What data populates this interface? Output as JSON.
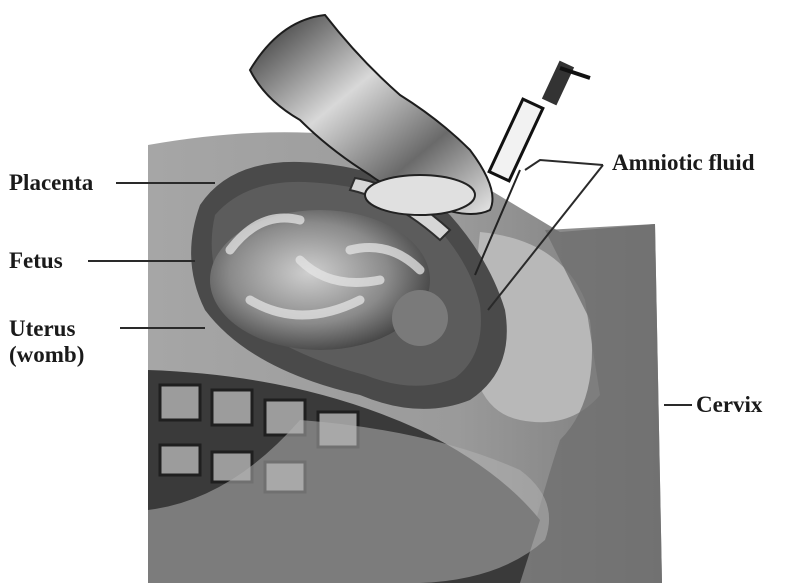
{
  "labels": {
    "placenta": "Placenta",
    "fetus": "Fetus",
    "uterus_line1": "Uterus",
    "uterus_line2": "(womb)",
    "amniotic_fluid": "Amniotic fluid",
    "cervix": "Cervix"
  }
}
